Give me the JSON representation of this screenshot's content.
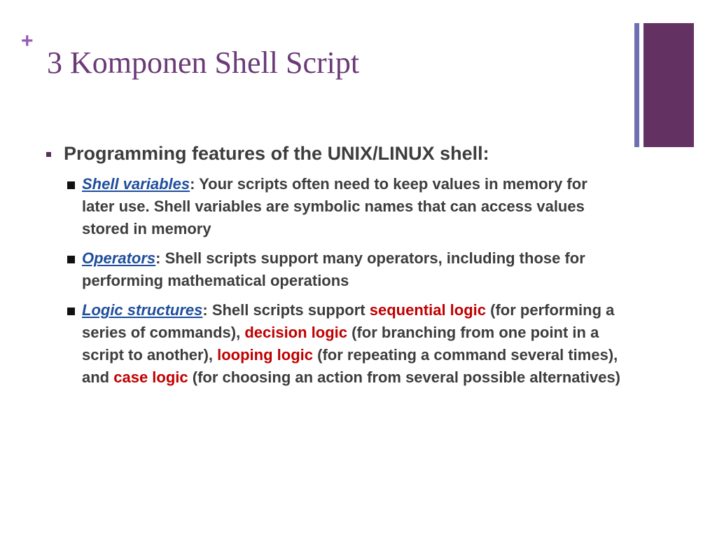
{
  "colors": {
    "title": "#6b3a77",
    "plus": "#9a5ab8",
    "bar_thin": "#6d6fb0",
    "bar_thick": "#633162",
    "bullet_level1": "#5a2f5e",
    "bullet_level2": "#111111",
    "term": "#1f4e9c",
    "highlight": "#c00000",
    "body_text": "#3d3d3d"
  },
  "slide": {
    "plus": "+",
    "title": "3 Komponen Shell Script"
  },
  "level1": {
    "text": "Programming features of the UNIX/LINUX shell:"
  },
  "items": [
    {
      "term": "Shell variables",
      "colon": ":",
      "text": "  Your scripts often need to keep values in memory for later use.  Shell variables are symbolic names that can access values stored in memory"
    },
    {
      "term": "Operators",
      "colon": ":",
      "text": "  Shell scripts support many operators, including those for performing mathematical operations"
    },
    {
      "term": "Logic structures",
      "colon": ":",
      "text_1": "  Shell scripts support ",
      "hl_1": "sequential logic",
      "text_2": " (for performing a series of commands), ",
      "hl_2": "decision logic",
      "text_3": " (for branching from one point in a script to another), ",
      "hl_3": "looping logic",
      "text_4": " (for repeating a command several times), and ",
      "hl_4": "case logic",
      "text_5": " (for choosing an action from several possible alternatives)"
    }
  ]
}
